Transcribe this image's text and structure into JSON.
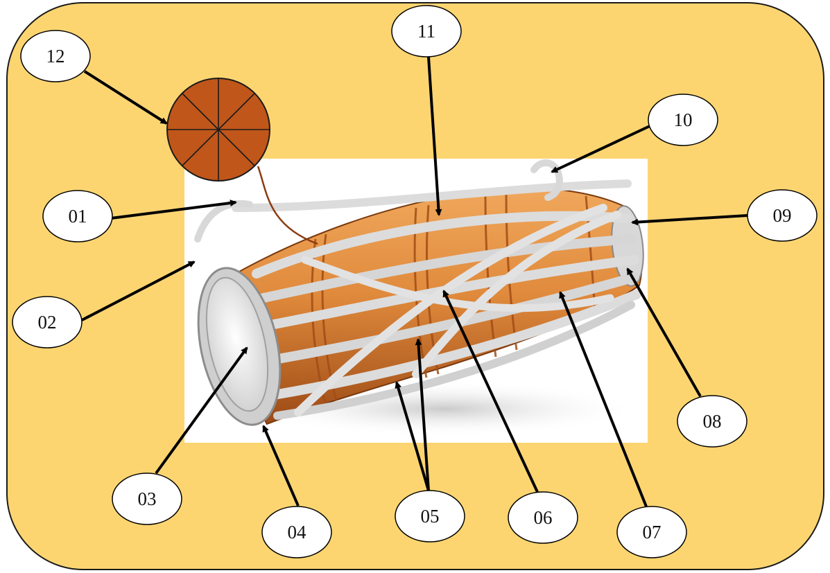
{
  "colors": {
    "panel": "#fcd571",
    "panel_border": "#1a1a1a",
    "photo_bg": "#ffffff",
    "wood_light": "#ea9c4f",
    "wood_dark": "#b0561c",
    "wood_mid": "#d27a34",
    "strap": "#dcdcdc",
    "strap_edge": "#9a9a9a",
    "skin": "#f2f2f2",
    "icon_fill": "#c0561a",
    "icon_lines": "#1a1a1a",
    "icon_cord": "#8b3a12",
    "callout_fill": "#ffffff",
    "arrow": "#000000"
  },
  "callouts": [
    {
      "id": "01",
      "label": "01"
    },
    {
      "id": "02",
      "label": "02"
    },
    {
      "id": "03",
      "label": "03"
    },
    {
      "id": "04",
      "label": "04"
    },
    {
      "id": "05",
      "label": "05"
    },
    {
      "id": "06",
      "label": "06"
    },
    {
      "id": "07",
      "label": "07"
    },
    {
      "id": "08",
      "label": "08"
    },
    {
      "id": "09",
      "label": "09"
    },
    {
      "id": "10",
      "label": "10"
    },
    {
      "id": "11",
      "label": "11"
    },
    {
      "id": "12",
      "label": "12"
    }
  ],
  "image": {
    "subject": "mridangam-drum",
    "icon": "drum-head-icon"
  }
}
